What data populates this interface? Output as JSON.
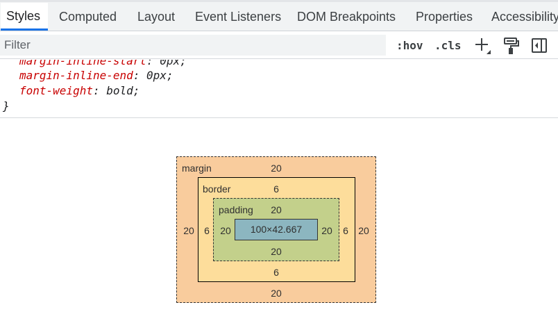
{
  "tabs": [
    "Styles",
    "Computed",
    "Layout",
    "Event Listeners",
    "DOM Breakpoints",
    "Properties",
    "Accessibility"
  ],
  "active_tab": "Styles",
  "toolbar": {
    "filter_placeholder": "Filter",
    "hov_label": ":hov",
    "cls_label": ".cls",
    "icons": [
      "add-rule-icon",
      "paint-brush-icon",
      "toggle-sidebar-icon"
    ]
  },
  "code": {
    "lines": [
      {
        "prop": "margin-inline-start",
        "value": "0px"
      },
      {
        "prop": "margin-inline-end",
        "value": "0px"
      },
      {
        "prop": "font-weight",
        "value": "bold"
      }
    ],
    "closing_brace": "}"
  },
  "box_model": {
    "margin": {
      "label": "margin",
      "top": "20",
      "right": "20",
      "bottom": "20",
      "left": "20"
    },
    "border": {
      "label": "border",
      "top": "6",
      "right": "6",
      "bottom": "6",
      "left": "6"
    },
    "padding": {
      "label": "padding",
      "top": "20",
      "right": "20",
      "bottom": "20",
      "left": "20"
    },
    "content": "100×42.667"
  },
  "colors": {
    "accent": "#1a73e8",
    "property_name": "#c80000",
    "margin_fill": "#f9cc9d",
    "border_fill": "#fddd9b",
    "padding_fill": "#c3d08b",
    "content_fill": "#8cb6c0"
  }
}
